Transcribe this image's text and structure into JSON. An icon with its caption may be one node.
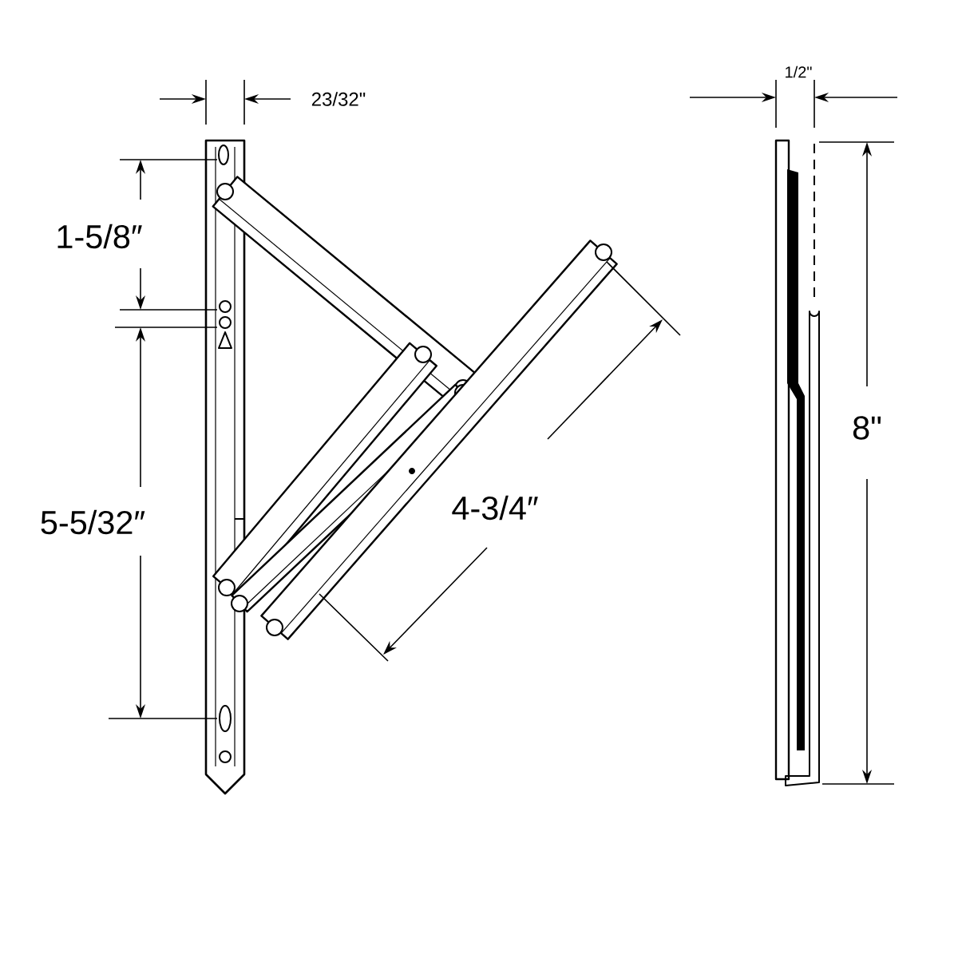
{
  "diagram": {
    "labels": [
      "23/32\"",
      "1/2\"",
      "1-5/8″",
      "8\"",
      "4-3/4″",
      "5-5/32″"
    ]
  }
}
